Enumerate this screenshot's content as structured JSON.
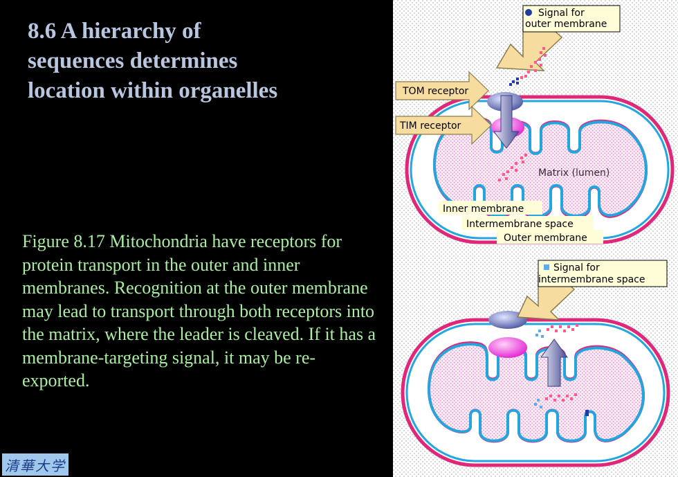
{
  "slide": {
    "title": "8.6 A hierarchy of sequences determines location within organelles",
    "caption": "Figure 8.17 Mitochondria have receptors for protein transport in the outer and inner membranes. Recognition at the outer membrane may lead to transport through both receptors into the matrix, where the leader is cleaved. If it has a membrane-targeting signal, it may be re-exported.",
    "logo_text": "清華大学"
  },
  "figure": {
    "top_panel": {
      "signal_label_line1": "Signal for",
      "signal_label_line2": "outer membrane",
      "tom_label": "TOM receptor",
      "tim_label": "TIM receptor",
      "matrix_label": "Matrix (lumen)",
      "inner_membrane_label": "Inner membrane",
      "intermembrane_label": "Intermembrane space",
      "outer_membrane_label": "Outer membrane"
    },
    "bottom_panel": {
      "signal_label_line1": "Signal for",
      "signal_label_line2": "intermembrane space"
    },
    "colors": {
      "background": "#ffffff",
      "outer_membrane": "#e0287a",
      "inner_membrane": "#23a6e0",
      "tom_receptor": "#6e7cc0",
      "tim_receptor": "#ff4be8",
      "arrow_fill": "#f7dca0",
      "signal_outer": "#1f3ca0",
      "signal_intermembrane": "#5aaef0",
      "protein_chain": "#ff5a8c"
    }
  }
}
